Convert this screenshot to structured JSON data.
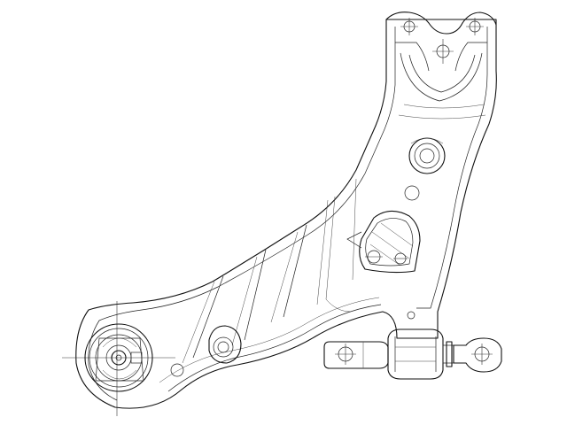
{
  "figure": {
    "subject": "lower-control-arm",
    "view": "top",
    "line_color": "#111111",
    "background": "#ffffff",
    "style": "technical-line-drawing"
  }
}
